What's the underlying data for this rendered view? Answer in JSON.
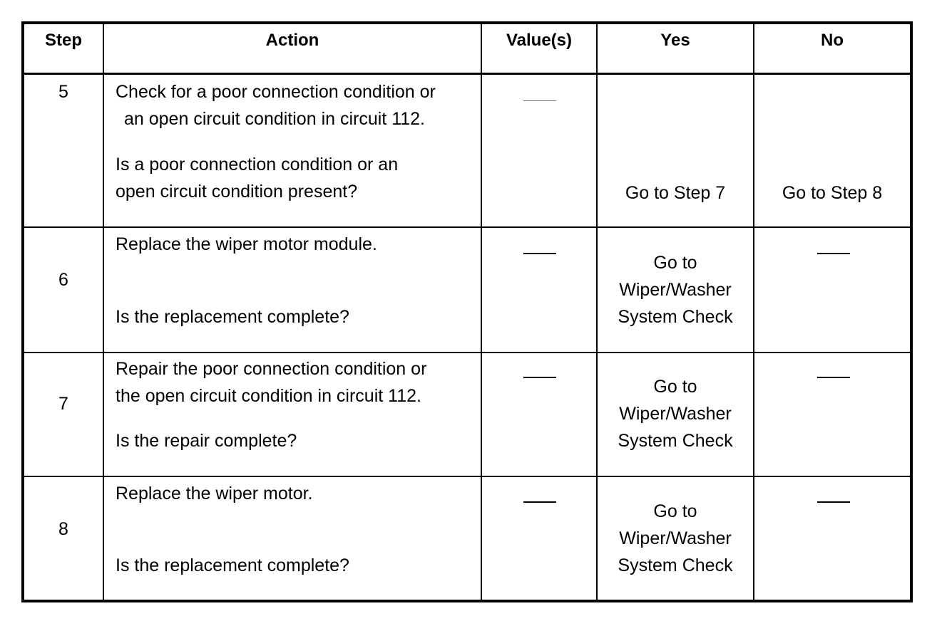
{
  "table": {
    "headers": {
      "step": "Step",
      "action": "Action",
      "values": "Value(s)",
      "yes": "Yes",
      "no": "No"
    },
    "rows": [
      {
        "step": "5",
        "action_line1": "Check for a poor connection condition or",
        "action_line2": "an open circuit condition in circuit 112.",
        "question_line1": "Is a poor connection condition or an",
        "question_line2": "open circuit condition present?",
        "value": "—",
        "yes": "Go to Step 7",
        "no": "Go to Step 8"
      },
      {
        "step": "6",
        "action_line1": "Replace the wiper motor module.",
        "question_line1": "Is the replacement complete?",
        "value": "—",
        "yes_line1": "Go to",
        "yes_line2": "Wiper/Washer",
        "yes_line3": "System Check",
        "no": "—"
      },
      {
        "step": "7",
        "action_line1": "Repair the poor connection condition or",
        "action_line2": "the open circuit condition in circuit 112.",
        "question_line1": "Is the repair complete?",
        "value": "—",
        "yes_line1": "Go to",
        "yes_line2": "Wiper/Washer",
        "yes_line3": "System Check",
        "no": "—"
      },
      {
        "step": "8",
        "action_line1": "Replace the wiper motor.",
        "question_line1": "Is the replacement complete?",
        "value": "—",
        "yes_line1": "Go to",
        "yes_line2": "Wiper/Washer",
        "yes_line3": "System Check",
        "no": "—"
      }
    ]
  }
}
